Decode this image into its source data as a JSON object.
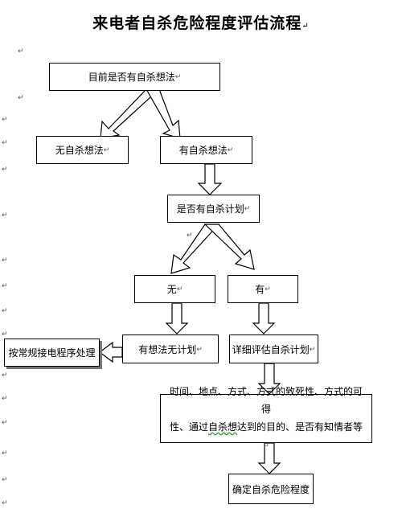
{
  "title": "来电者自杀危险程度评估流程",
  "boxes": {
    "b1": "目前是否有自杀想法",
    "b2": "无自杀想法",
    "b3": "有自杀想法",
    "b4": "是否有自杀计划",
    "b5": "无",
    "b6": "有",
    "b7": "有想法无计划",
    "b8": "详细评估自杀计划",
    "b9": "按常规接电程序处理",
    "b10_line1": "时间、地点、方式、方式的致死性、方式的可得",
    "b10_line2a": "性、通过",
    "b10_line2b": "自杀想",
    "b10_line2c": "达到的目的、是否有知情者等",
    "b11": "确定自杀危险程度"
  },
  "paragraph_mark": "↵"
}
